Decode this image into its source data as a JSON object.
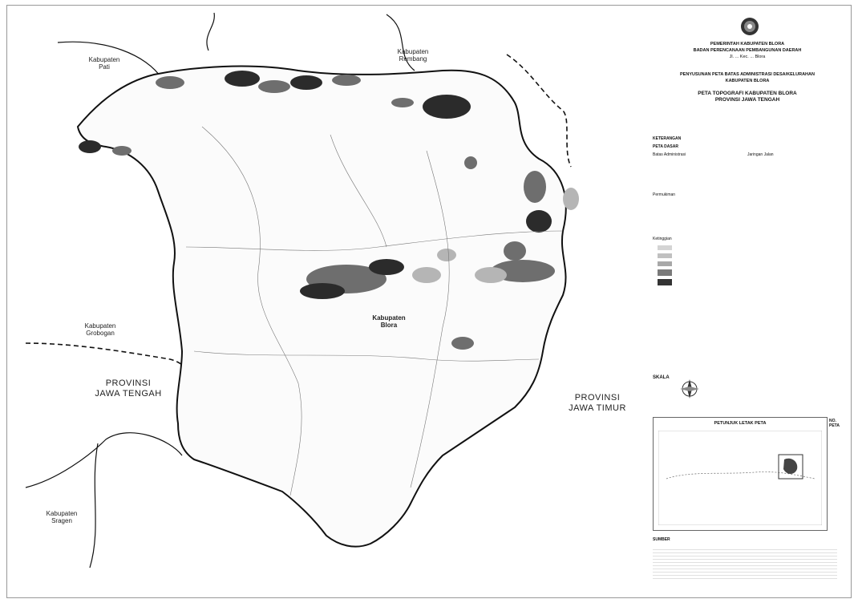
{
  "map": {
    "labels": {
      "pati": "Kabupaten\nPati",
      "rembang": "Kabupaten\nRembang",
      "grobogan": "Kabupaten\nGrobogan",
      "blora": "Kabupaten\nBlora",
      "prov_jateng": "PROVINSI\nJAWA TENGAH",
      "prov_jatim": "PROVINSI\nJAWA TIMUR",
      "sragen": "Kabupaten\nSragen"
    },
    "colors": {
      "boundary": "#111111",
      "relief_dark": "#2b2b2b",
      "relief_mid": "#6e6e6e",
      "relief_light": "#b5b5b5",
      "dash": "#111111"
    }
  },
  "legend": {
    "logo_icon": "regional-seal-icon",
    "gov_line1": "PEMERINTAH KABUPATEN BLORA",
    "gov_line2": "BADAN PERENCANAAN PEMBANGUNAN DAERAH",
    "gov_line3": "Jl. ... Kec. ... Blora",
    "project_line1": "PENYUSUNAN PETA BATAS ADMINISTRASI DESA/KELURAHAN",
    "project_line2": "KABUPATEN BLORA",
    "title1": "PETA TOPOGRAFI KABUPATEN BLORA",
    "title2": "PROVINSI JAWA TENGAH",
    "keterangan": "KETERANGAN",
    "peta_dasar": "PETA DASAR",
    "batas": "Batas Administrasi",
    "jaringan": "Jaringan Jalan",
    "permukiman": "Permukiman",
    "ketinggian": "Ketinggian",
    "skala": "SKALA",
    "inset_title": "PETUNJUK LETAK PETA",
    "no_peta": "NO. PETA",
    "sumber": "SUMBER"
  }
}
